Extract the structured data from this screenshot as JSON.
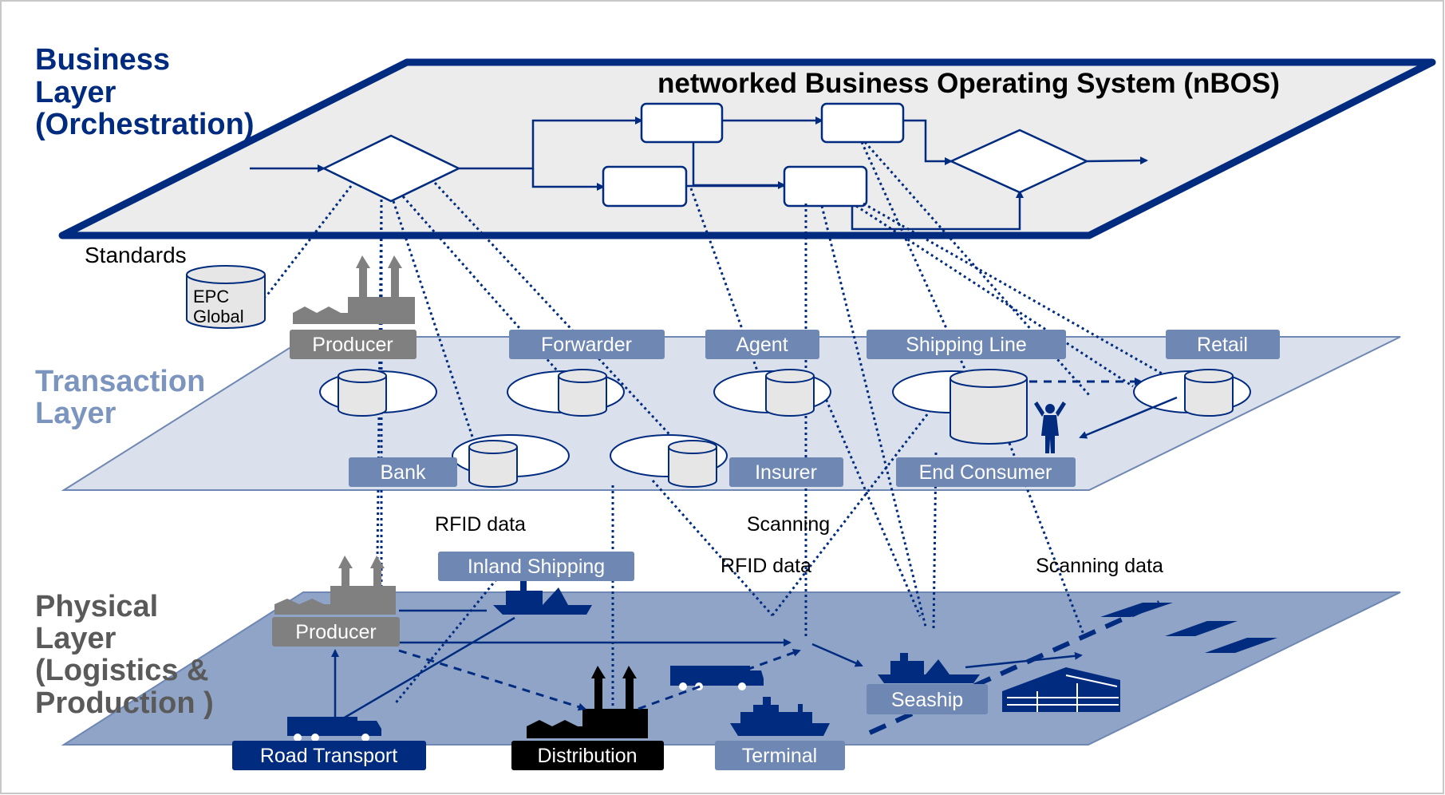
{
  "colors": {
    "navy": "#002b7f",
    "steel": "#6f87b3",
    "business_plane": "#ececec",
    "transaction_plane": "#dbe1ec",
    "physical_plane": "#8fa4c7",
    "transaction_title": "#7c95bf",
    "physical_title": "#5a5a5a",
    "grey_box": "#808080"
  },
  "layers": {
    "business": {
      "title": [
        "Business",
        "Layer",
        "(Orchestration)"
      ]
    },
    "transaction": {
      "title": [
        "Transaction",
        "Layer"
      ]
    },
    "physical": {
      "title": [
        "Physical",
        "Layer",
        "(Logistics &",
        "Production )"
      ]
    }
  },
  "business_plane": {
    "title": "networked Business Operating System (nBOS)"
  },
  "standards": {
    "label": "Standards",
    "db_lines": [
      "EPC",
      "Global"
    ]
  },
  "transaction_nodes": {
    "producer": "Producer",
    "forwarder": "Forwarder",
    "agent": "Agent",
    "shipping_line": "Shipping Line",
    "retail": "Retail",
    "bank": "Bank",
    "insurer": "Insurer",
    "end_consumer": "End Consumer"
  },
  "physical_nodes": {
    "inland_shipping": "Inland Shipping",
    "producer": "Producer",
    "road_transport": "Road Transport",
    "distribution": "Distribution",
    "terminal": "Terminal",
    "seaship": "Seaship"
  },
  "annotations": {
    "rfid_1": "RFID data",
    "scanning": "Scanning",
    "rfid_2": "RFID data",
    "scanning_data": "Scanning data"
  }
}
